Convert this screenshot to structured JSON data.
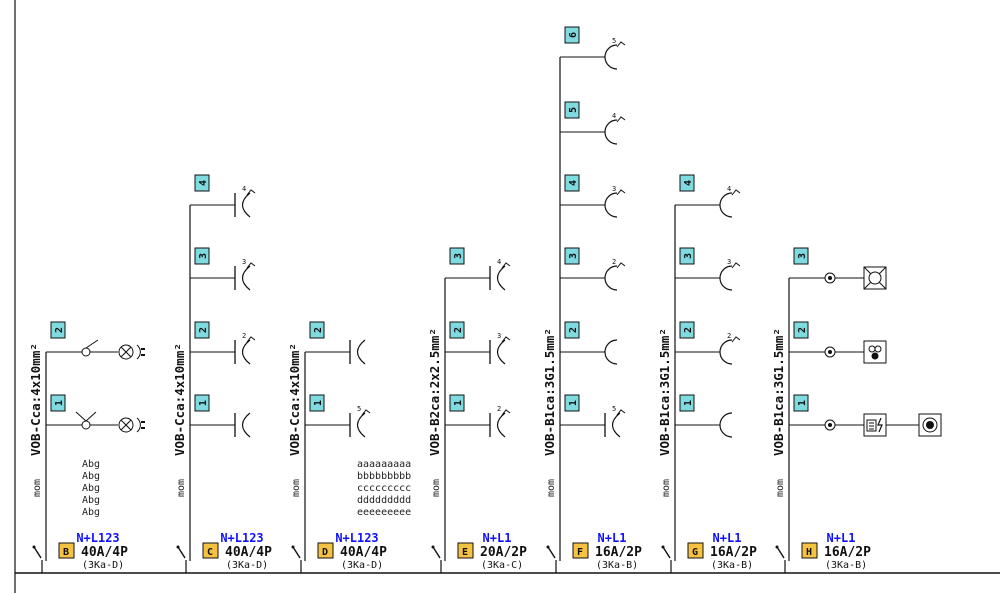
{
  "circuits": [
    {
      "id": "B",
      "cable": "VOB-Cca:4x10mm²",
      "mom": "mom",
      "phase": "N+L123",
      "rating": "40A/4P",
      "breaker": "(3Ka-D)",
      "notes": [
        "Abg",
        "Abg",
        "Abg",
        "Abg",
        "Abg"
      ],
      "outputs": [
        {
          "num": "1",
          "sym": "lamp2"
        },
        {
          "num": "2",
          "sym": "lamp1"
        }
      ]
    },
    {
      "id": "C",
      "cable": "VOB-Cca:4x10mm²",
      "mom": "mom",
      "phase": "N+L123",
      "rating": "40A/4P",
      "breaker": "(3Ka-D)",
      "notes": [],
      "outputs": [
        {
          "num": "1",
          "sym": "socketB"
        },
        {
          "num": "2",
          "sym": "socketB",
          "sw": "2"
        },
        {
          "num": "3",
          "sym": "socketB",
          "sw": "3"
        },
        {
          "num": "4",
          "sym": "socketB",
          "sw": "4"
        }
      ]
    },
    {
      "id": "D",
      "cable": "VOB-Cca:4x10mm²",
      "mom": "mom",
      "phase": "N+L123",
      "rating": "40A/4P",
      "breaker": "(3Ka-D)",
      "notes": [
        "aaaaaaaaa",
        "bbbbbbbbb",
        "ccccccccc",
        "ddddddddd",
        "eeeeeeeee"
      ],
      "outputs": [
        {
          "num": "1",
          "sym": "socketB",
          "sw": "5"
        },
        {
          "num": "2",
          "sym": "socketB"
        }
      ]
    },
    {
      "id": "E",
      "cable": "VOB-B2ca:2x2.5mm²",
      "mom": "mom",
      "phase": "N+L1",
      "rating": "20A/2P",
      "breaker": "(3Ka-C)",
      "notes": [],
      "outputs": [
        {
          "num": "1",
          "sym": "socketB",
          "sw": "2"
        },
        {
          "num": "2",
          "sym": "socketB",
          "sw": "3"
        },
        {
          "num": "3",
          "sym": "socketB",
          "sw": "4"
        }
      ]
    },
    {
      "id": "F",
      "cable": "VOB-B1ca:3G1.5mm²",
      "mom": "mom",
      "phase": "N+L1",
      "rating": "16A/2P",
      "breaker": "(3Ka-B)",
      "notes": [],
      "outputs": [
        {
          "num": "1",
          "sym": "socketB",
          "sw": "5"
        },
        {
          "num": "2",
          "sym": "socketC"
        },
        {
          "num": "3",
          "sym": "socketC",
          "sw": "2"
        },
        {
          "num": "4",
          "sym": "socketC",
          "sw": "3"
        },
        {
          "num": "5",
          "sym": "socketC",
          "sw": "4"
        },
        {
          "num": "6",
          "sym": "socketC",
          "sw": "5"
        }
      ]
    },
    {
      "id": "G",
      "cable": "VOB-B1ca:3G1.5mm²",
      "mom": "mom",
      "phase": "N+L1",
      "rating": "16A/2P",
      "breaker": "(3Ka-B)",
      "notes": [],
      "outputs": [
        {
          "num": "1",
          "sym": "socketC"
        },
        {
          "num": "2",
          "sym": "socketC",
          "sw": "2"
        },
        {
          "num": "3",
          "sym": "socketC",
          "sw": "3"
        },
        {
          "num": "4",
          "sym": "socketC",
          "sw": "4"
        }
      ]
    },
    {
      "id": "H",
      "cable": "VOB-B1ca:3G1.5mm²",
      "mom": "mom",
      "phase": "N+L1",
      "rating": "16A/2P",
      "breaker": "(3Ka-B)",
      "notes": [],
      "outputs": [
        {
          "num": "1",
          "sym": "device",
          "boxes": [
            "battery",
            "button"
          ]
        },
        {
          "num": "2",
          "sym": "device",
          "boxes": [
            "fan"
          ]
        },
        {
          "num": "3",
          "sym": "device",
          "boxes": [
            "lightx"
          ]
        }
      ]
    }
  ],
  "colors": {
    "id_tag": "#f5c242",
    "num_tag": "#7fdbe0",
    "phase": "#1010ff",
    "line": "#111111"
  }
}
